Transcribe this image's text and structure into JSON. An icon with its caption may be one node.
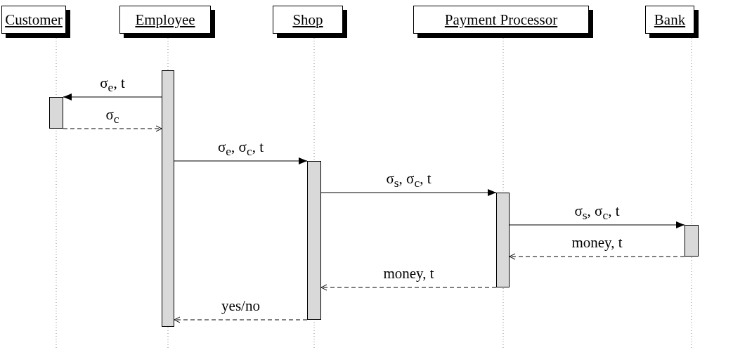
{
  "diagram": {
    "nodes": [
      {
        "text": [
          "Customer"
        ]
      },
      {
        "text": [
          "Employee"
        ]
      },
      {
        "text": [
          "Shop"
        ]
      },
      {
        "text": [
          "Payment Processor"
        ]
      },
      {
        "text": [
          "Bank"
        ]
      },
      {
        "text": [],
        "shape": "bar"
      },
      {
        "text": [],
        "shape": "bar"
      },
      {
        "text": [],
        "shape": "bar"
      },
      {
        "text": [],
        "shape": "bar"
      },
      {
        "text": [],
        "shape": "bar"
      }
    ],
    "edges": [
      {
        "from": 6,
        "to": 5,
        "arrow": "to",
        "label": "σ$_{e}$, t"
      },
      {
        "from": 5,
        "to": 6,
        "arrow": "to",
        "label": "σ$_{c}$",
        "style": "dashed"
      },
      {
        "from": 6,
        "to": 7,
        "arrow": "to",
        "label": "σ$_{e}$, σ$_{c}$, t"
      },
      {
        "from": 7,
        "to": 8,
        "arrow": "to",
        "label": "σ$_{s}$, σ$_{c}$, t"
      },
      {
        "from": 8,
        "to": 9,
        "arrow": "to",
        "label": "σ$_{s}$, σ$_{c}$, t"
      },
      {
        "from": 9,
        "to": 8,
        "arrow": "to",
        "label": "money, t",
        "style": "dashed"
      },
      {
        "from": 8,
        "to": 7,
        "arrow": "to",
        "label": "money, t",
        "style": "dashed"
      },
      {
        "from": 7,
        "to": 6,
        "arrow": "to",
        "label": "yes/no",
        "style": "dashed"
      }
    ]
  }
}
